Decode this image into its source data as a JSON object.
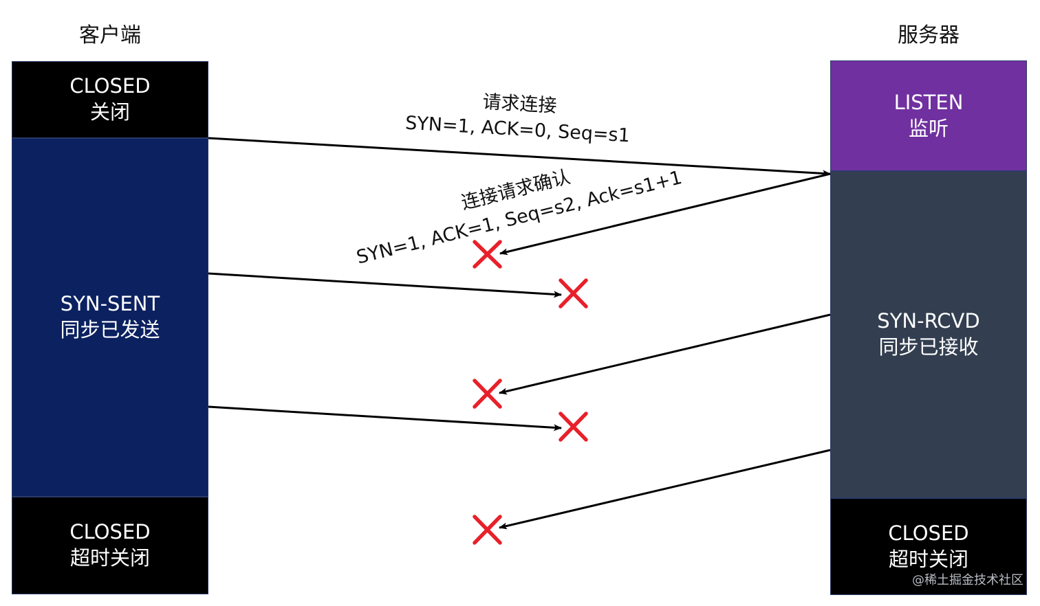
{
  "client": {
    "title": "客户端",
    "states": [
      {
        "en": "CLOSED",
        "zh": "关闭"
      },
      {
        "en": "SYN-SENT",
        "zh": "同步已发送"
      },
      {
        "en": "CLOSED",
        "zh": "超时关闭"
      }
    ]
  },
  "server": {
    "title": "服务器",
    "states": [
      {
        "en": "LISTEN",
        "zh": "监听"
      },
      {
        "en": "SYN-RCVD",
        "zh": "同步已接收"
      },
      {
        "en": "CLOSED",
        "zh": "超时关闭"
      }
    ]
  },
  "messages": {
    "request_zh": "请求连接",
    "request_fields": "SYN=1, ACK=0, Seq=s1",
    "confirm_zh": "连接请求确认",
    "confirm_fields": "SYN=1, ACK=1, Seq=s2, Ack=s1+1"
  },
  "colors": {
    "closed": "#000000",
    "syn_sent": "#0b2160",
    "listen": "#7030a0",
    "syn_rcvd": "#333f50",
    "lost_mark": "#e8202a"
  },
  "watermark": "@稀土掘金技术社区"
}
